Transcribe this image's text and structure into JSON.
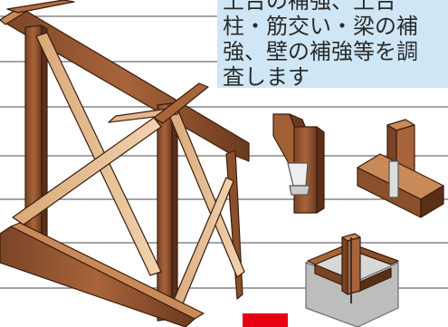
{
  "caption": {
    "lines": [
      "土台の補強、土台",
      "柱・筋交い・梁の補",
      "強、壁の補強等を調",
      "査します"
    ]
  },
  "colors": {
    "wood_dark": "#6b3a1e",
    "wood_mid": "#9a5a33",
    "wood_light": "#c98a5a",
    "brace_light": "#e6c29b",
    "caption_bg": "#cfe6f6",
    "line_gray": "#555555",
    "concrete": "#bdbdbd",
    "accent_red": "#e60012"
  }
}
